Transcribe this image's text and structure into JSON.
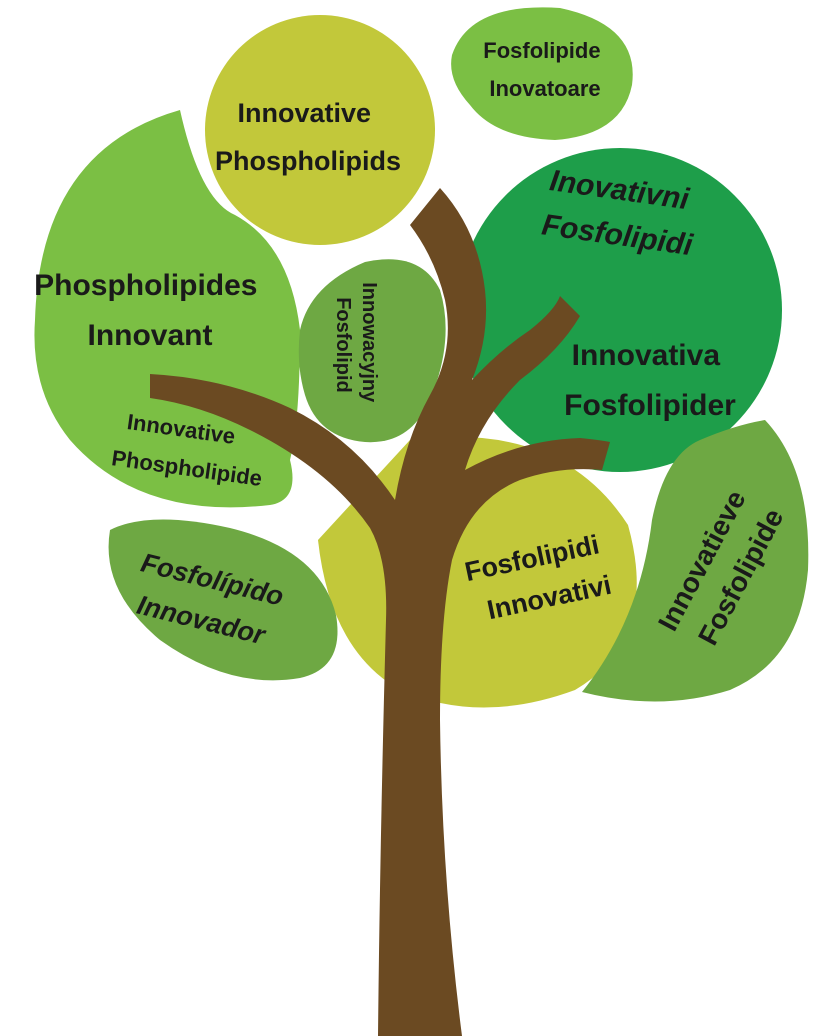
{
  "colors": {
    "background": "#ffffff",
    "trunk": "#6b4a22",
    "light_green": "#7bbf44",
    "olive": "#c2c83a",
    "mid_green": "#6ea843",
    "bright_green": "#1e9e4a",
    "text": "#1a1a1a"
  },
  "leaves": [
    {
      "id": "en",
      "line1": "Innovative",
      "line2": "Phospholipids"
    },
    {
      "id": "ro",
      "line1": "Fosfolipide",
      "line2": "Inovatoare"
    },
    {
      "id": "hr",
      "line1": "Inovativni",
      "line2": "Fosfolipidi"
    },
    {
      "id": "sv",
      "line1": "Innovativa",
      "line2": "Fosfolipider"
    },
    {
      "id": "fr",
      "line1": "Phospholipides",
      "line2": "Innovant"
    },
    {
      "id": "de",
      "line1": "Innovative",
      "line2": "Phospholipide"
    },
    {
      "id": "pl",
      "line1": "Innowacyjny",
      "line2": "Fosfolipid"
    },
    {
      "id": "es",
      "line1": "Fosfolípido",
      "line2": "Innovador"
    },
    {
      "id": "it",
      "line1": "Fosfolipidi",
      "line2": "Innovativi"
    },
    {
      "id": "nl",
      "line1": "Innovatieve",
      "line2": "Fosfolipide"
    }
  ]
}
